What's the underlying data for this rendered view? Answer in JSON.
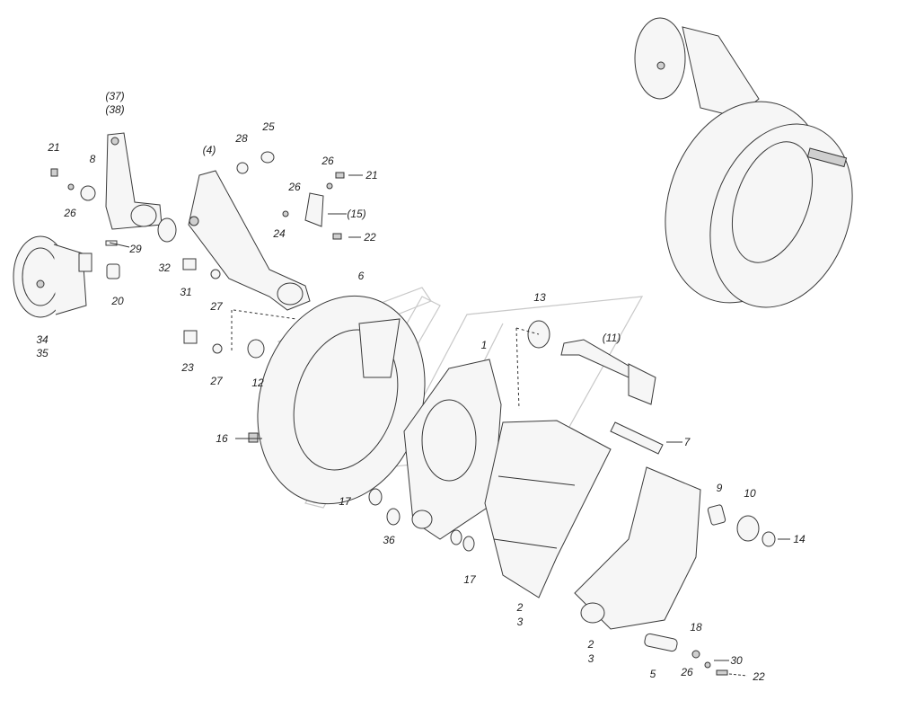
{
  "labels": {
    "l37": "(37)",
    "l38": "(38)",
    "l8": "8",
    "l21a": "21",
    "l26a": "26",
    "l29": "29",
    "l20": "20",
    "l32": "32",
    "l31": "31",
    "l27a": "27",
    "l23": "23",
    "l27b": "27",
    "l12": "12",
    "l4": "(4)",
    "l28": "28",
    "l25": "25",
    "l26b": "26",
    "l21b": "21",
    "l26c": "26",
    "l15": "(15)",
    "l24": "24",
    "l22a": "22",
    "l6": "6",
    "l34": "34",
    "l35": "35",
    "l16": "16",
    "l17a": "17",
    "l13": "13",
    "l1": "1",
    "l11": "(11)",
    "l7": "7",
    "l36": "36",
    "l17b": "17",
    "l2a": "2",
    "l3a": "3",
    "l9": "9",
    "l10": "10",
    "l14": "14",
    "l18": "18",
    "l2b": "2",
    "l3b": "3",
    "l30": "30",
    "l5": "5",
    "l26d": "26",
    "l22b": "22"
  }
}
